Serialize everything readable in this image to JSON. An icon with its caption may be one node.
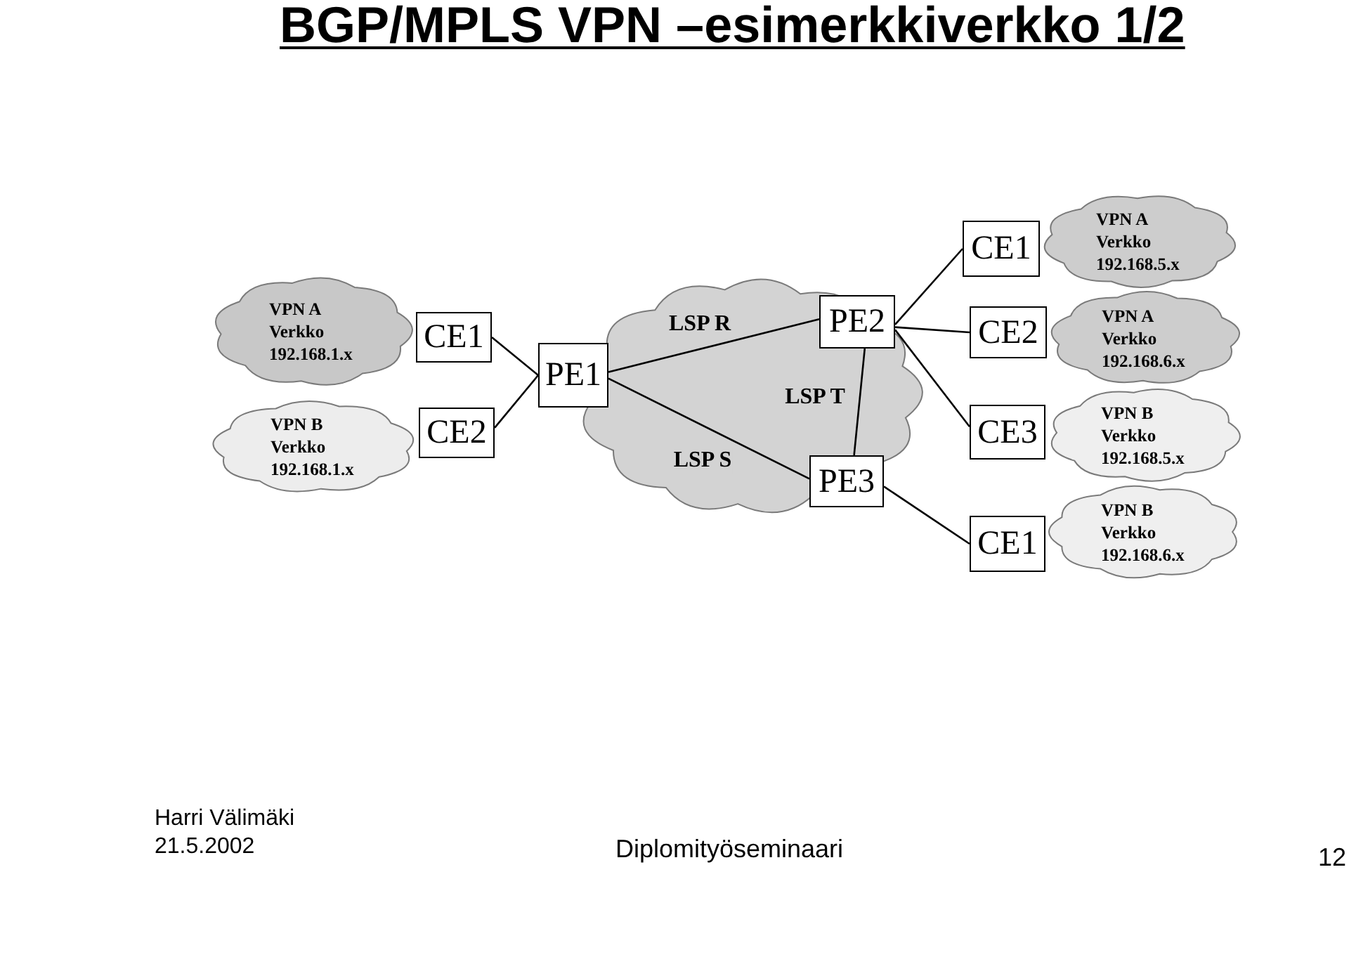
{
  "diagram": {
    "title": "BGP/MPLS VPN –esimerkkiverkko 1/2",
    "nodes": [
      {
        "text": [
          "VPN A Verkko 192.168.1.x"
        ]
      },
      {
        "text": [
          "CE1"
        ]
      },
      {
        "text": [
          "VPN B Verkko 192.168.1.x"
        ]
      },
      {
        "text": [
          "CE2"
        ]
      },
      {
        "text": [],
        "shape": "cloud"
      },
      {
        "text": [
          "PE1"
        ]
      },
      {
        "text": [
          "PE2"
        ],
        "in": 4
      },
      {
        "text": [
          "PE3"
        ],
        "in": 4
      },
      {
        "text": [
          "CE1"
        ]
      },
      {
        "text": [
          "VPN A Verkko 192.168.5.x"
        ]
      },
      {
        "text": [
          "CE2"
        ]
      },
      {
        "text": [
          "VPN A Verkko 192.168.6.x"
        ]
      },
      {
        "text": [
          "CE3"
        ]
      },
      {
        "text": [
          "VPN B Verkko 192.168.5.x"
        ]
      },
      {
        "text": [
          "CE1"
        ]
      },
      {
        "text": [
          "VPN B Verkko 192.168.6.x"
        ]
      }
    ],
    "edges": [
      {
        "from": 1,
        "to": 5,
        "arrow": "none"
      },
      {
        "from": 3,
        "to": 5,
        "arrow": "none"
      },
      {
        "from": 5,
        "to": 6,
        "arrow": "none",
        "label": "LSP R"
      },
      {
        "from": 5,
        "to": 7,
        "arrow": "none",
        "label": "LSP S"
      },
      {
        "from": 6,
        "to": 7,
        "arrow": "none",
        "label": "LSP T"
      },
      {
        "from": 6,
        "to": 8,
        "arrow": "none"
      },
      {
        "from": 6,
        "to": 10,
        "arrow": "none"
      },
      {
        "from": 6,
        "to": 12,
        "arrow": "none"
      },
      {
        "from": 7,
        "to": 14,
        "arrow": "none"
      }
    ],
    "labels": [
      "Harri Välimäki",
      "21.5.2002",
      "Diplomityöseminaari",
      "12"
    ]
  }
}
